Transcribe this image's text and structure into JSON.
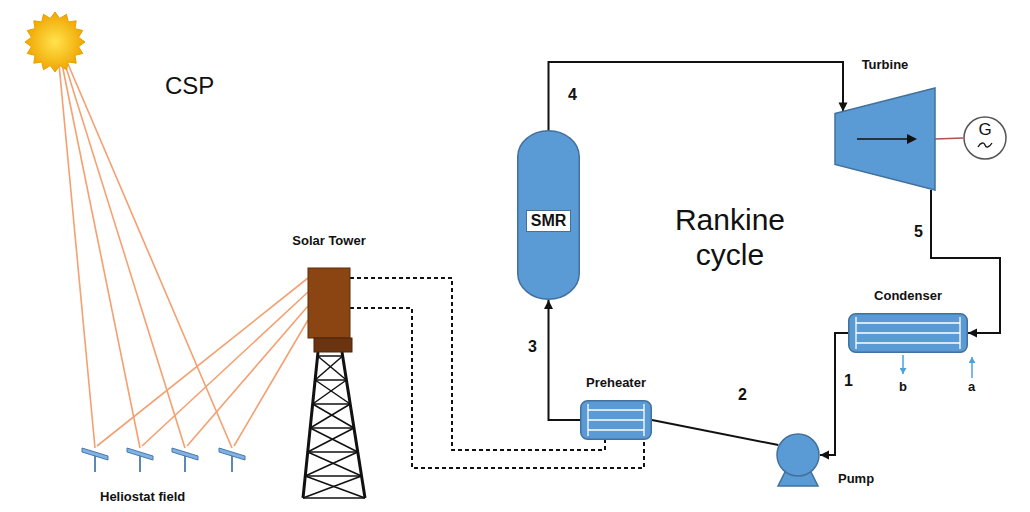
{
  "diagram": {
    "nodes": [
      {
        "text": [
          "Solar Tower"
        ]
      },
      {
        "text": [
          "SMR"
        ]
      },
      {
        "text": [
          "Turbine"
        ]
      },
      {
        "text": [
          "G"
        ]
      },
      {
        "text": [
          "Condenser"
        ]
      },
      {
        "text": [
          "Preheater"
        ]
      },
      {
        "text": [
          "Pump"
        ]
      }
    ],
    "edges": [
      {
        "from": 1,
        "to": 2,
        "label": "4",
        "arrow": "to"
      },
      {
        "from": 2,
        "to": 4,
        "label": "5",
        "arrow": "to"
      },
      {
        "from": 4,
        "to": 6,
        "label": "1",
        "arrow": "to"
      },
      {
        "from": 6,
        "to": 5,
        "label": "2",
        "arrow": "none"
      },
      {
        "from": 5,
        "to": 1,
        "label": "3",
        "arrow": "to"
      },
      {
        "from": 2,
        "to": 3,
        "arrow": "none"
      },
      {
        "from": 0,
        "to": 5,
        "arrow": "none"
      },
      {
        "from": 0,
        "to": 5,
        "arrow": "none"
      }
    ],
    "labels": [
      "CSP",
      "Rankine cycle",
      "Heliostat field",
      "b",
      "a"
    ]
  }
}
